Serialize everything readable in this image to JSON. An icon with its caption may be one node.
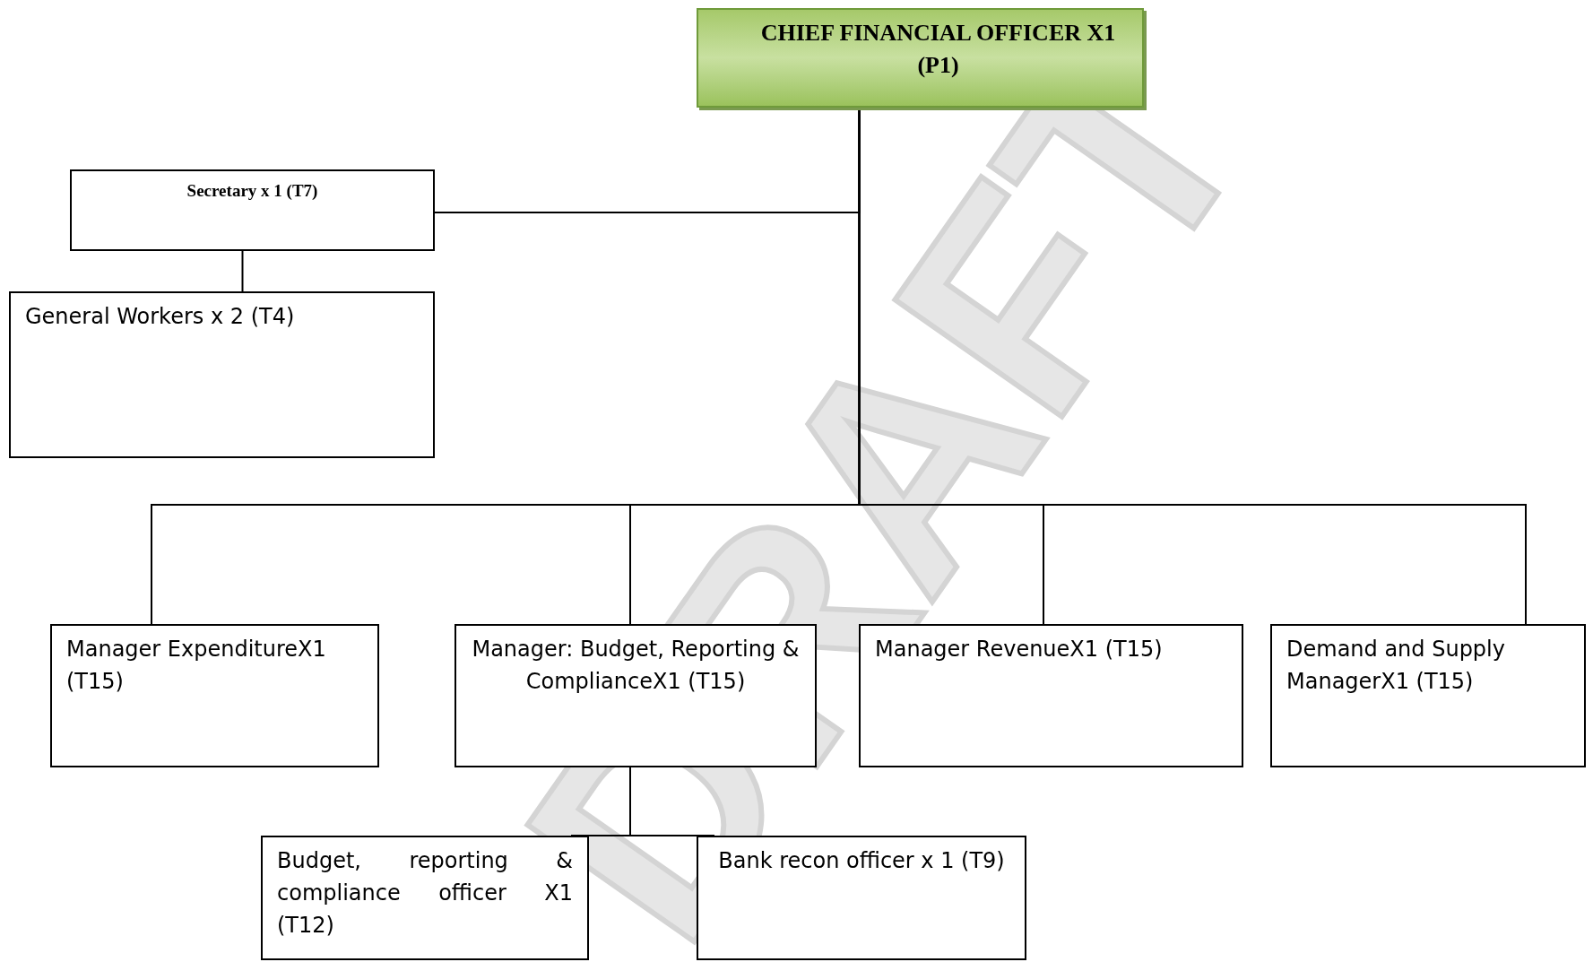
{
  "diagram": {
    "nodes": [
      {
        "text": [
          "CHIEF FINANCIAL OFFICER X1 (P1)"
        ]
      },
      {
        "text": [
          "Secretary x 1 (T7)"
        ]
      },
      {
        "text": [
          "General Workers  x 2  (T4)"
        ]
      },
      {
        "text": [
          "Manager ExpenditureX1 (T15)"
        ]
      },
      {
        "text": [
          "Manager: Budget, Reporting & ComplianceX1 (T15)"
        ]
      },
      {
        "text": [
          "Manager RevenueX1 (T15)"
        ]
      },
      {
        "text": [
          "Demand and Supply ManagerX1 (T15)"
        ]
      },
      {
        "text": [
          "Budget, reporting & compliance officer X1 (T12)"
        ]
      },
      {
        "text": [
          "Bank recon officer x 1 (T9)"
        ]
      }
    ],
    "edges": [
      {
        "from": 0,
        "to": 1,
        "arrow": "none"
      },
      {
        "from": 1,
        "to": 2,
        "arrow": "none"
      },
      {
        "from": 0,
        "to": 3,
        "arrow": "none"
      },
      {
        "from": 0,
        "to": 4,
        "arrow": "none"
      },
      {
        "from": 0,
        "to": 5,
        "arrow": "none"
      },
      {
        "from": 0,
        "to": 6,
        "arrow": "none"
      },
      {
        "from": 4,
        "to": 7,
        "arrow": "none"
      },
      {
        "from": 4,
        "to": 8,
        "arrow": "none"
      }
    ],
    "labels": [
      "DRAFT"
    ]
  }
}
